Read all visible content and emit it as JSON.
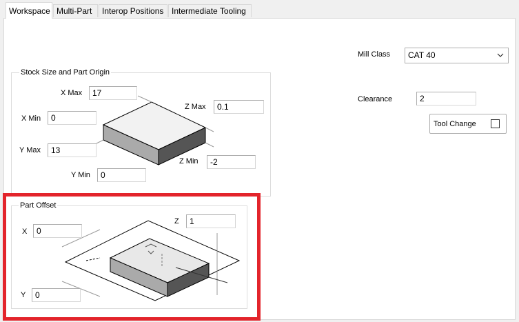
{
  "tabs": [
    "Workspace",
    "Multi-Part",
    "Interop Positions",
    "Intermediate Tooling"
  ],
  "mill_class": {
    "label": "Mill Class",
    "value": "CAT 40"
  },
  "clearance": {
    "label": "Clearance",
    "value": "2"
  },
  "tool_change": {
    "label": "Tool Change",
    "checked": false
  },
  "stock": {
    "title": "Stock Size and Part Origin",
    "x_max": {
      "label": "X Max",
      "value": "17"
    },
    "x_min": {
      "label": "X Min",
      "value": "0"
    },
    "y_max": {
      "label": "Y Max",
      "value": "13"
    },
    "y_min": {
      "label": "Y Min",
      "value": "0"
    },
    "z_max": {
      "label": "Z Max",
      "value": "0.1"
    },
    "z_min": {
      "label": "Z Min",
      "value": "-2"
    }
  },
  "part_offset": {
    "title": "Part Offset",
    "x": {
      "label": "X",
      "value": "0"
    },
    "y": {
      "label": "Y",
      "value": "0"
    },
    "z": {
      "label": "Z",
      "value": "1"
    }
  },
  "colors": {
    "highlight": "#e3242b"
  }
}
